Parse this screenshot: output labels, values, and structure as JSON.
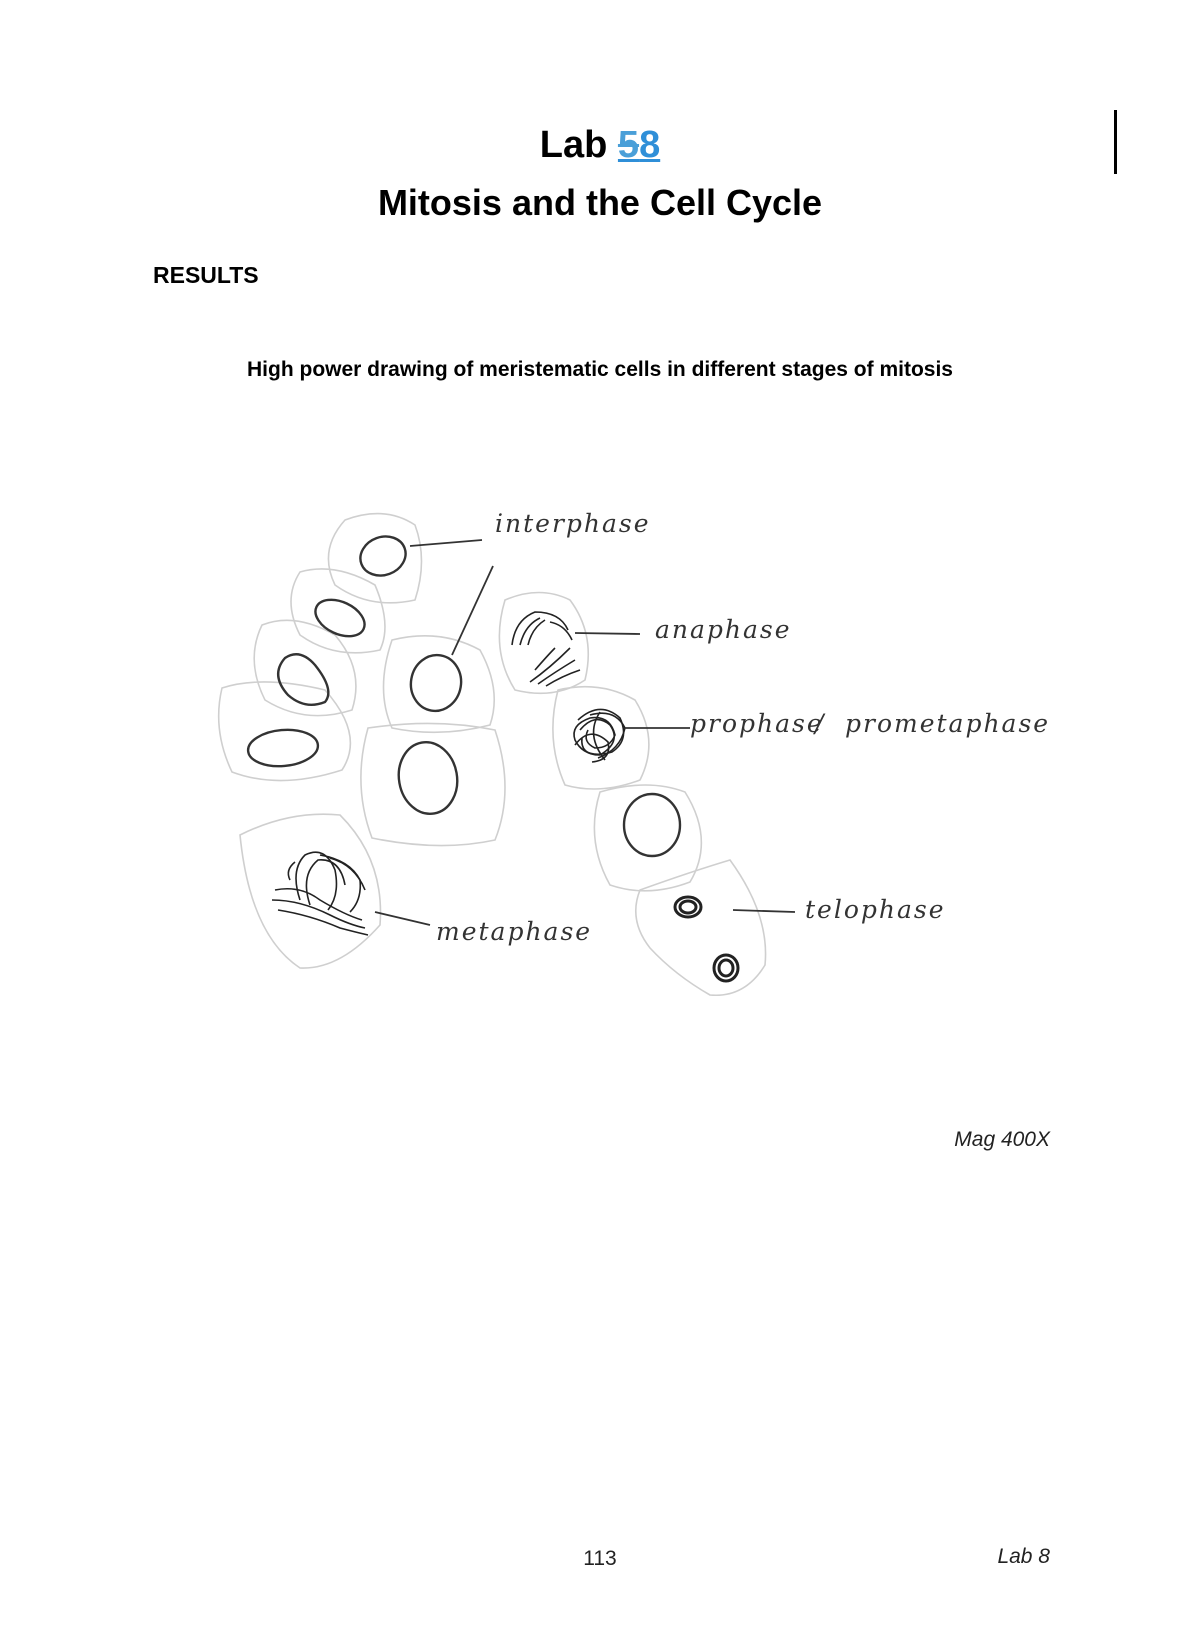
{
  "header": {
    "lab_word": "Lab",
    "lab_number_deleted": "5",
    "lab_number_inserted": "8",
    "title": "Mitosis and the Cell Cycle"
  },
  "section": {
    "heading": "RESULTS",
    "caption": "High power drawing of meristematic cells in different stages of mitosis"
  },
  "drawing": {
    "labels": {
      "interphase": "interphase",
      "anaphase": "anaphase",
      "prophase": "prophase",
      "separator": "/",
      "prometaphase": "prometaphase",
      "metaphase": "metaphase",
      "telophase": "telophase"
    },
    "magnification": "Mag 400X"
  },
  "footer": {
    "page_number": "113",
    "lab_label": "Lab 8"
  },
  "colors": {
    "revision_blue": "#2f8fd8",
    "cell_outline": "#cfcfcf",
    "ink": "#333333"
  }
}
